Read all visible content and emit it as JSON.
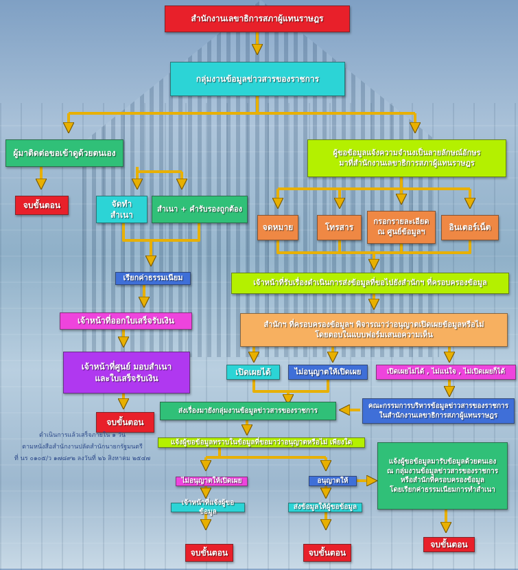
{
  "nodes": {
    "secretariat": "สำนักงานเลขาธิการสภาผู้แทนราษฎร",
    "info_group": "กลุ่มงานข้อมูลข่าวสารของราชการ",
    "walk_in": "ผู้มาติดต่อขอเข้าดูด้วยตนเอง",
    "written_request": "ผู้ขอข้อมูลแจ้งความจำนงเป็นลายลักษณ์อักษร\nมาที่สำนักงานเลขาธิการสภาผู้แทนราษฎร",
    "end_1": "จบขั้นตอน",
    "make_copy": "จัดทำสำเนา",
    "certified_copy": "สำเนา + คำรับรองถูกต้อง",
    "by_mail": "จดหมาย",
    "by_fax": "โทรสาร",
    "fill_form": "กรอกรายละเอียด\nณ ศูนย์ข้อมูลฯ",
    "by_internet": "อินเตอร์เน็ต",
    "collect_fee": "เรียกค่าธรรมเนียม",
    "staff_forward": "เจ้าหน้าที่รับเรื่องดำเนินการส่งข้อมูลที่ขอไปยังสำนักฯ ที่ครอบครองข้อมูล",
    "issue_receipt": "เจ้าหน้าที่ออกใบเสร็จรับเงิน",
    "bureau_consider": "สำนักฯ ที่ครอบครองข้อมูลฯ พิจารณาว่าอนุญาตเปิดเผยข้อมูลหรือไม่\nโดยตอบในแบบฟอร์มเสนอความเห็น",
    "center_deliver": "เจ้าหน้าที่ศูนย์ มอบสำเนา\nและใบเสร็จรับเงิน",
    "can_disclose": "เปิดเผยได้",
    "not_allowed_1": "ไม่อนุญาตให้เปิดเผย",
    "unsure": "เปิดเผยไม่ได้ , ไม่แน่ใจ , ไม่เปิดเผยก็ได้",
    "end_2": "จบขั้นตอน",
    "send_back": "ส่งเรื่องมายังกลุ่มงานข้อมูลข่าวสารของราชการ",
    "committee": "คณะกรรมการบริหารข้อมูลข่าวสารของราชการ\nในสำนักงานเลขาธิการสภาผู้แทนราษฎร",
    "notify_result": "แจ้งผู้ขอข้อมูลทราบในข้อมูลที่ขอมาว่าอนุญาตหรือไม่ เพียงใด",
    "notify_pickup": "แจ้งผู้ขอข้อมูลมารับข้อมูลด้วยตนเอง\nณ กลุ่มงานข้อมูลข่าวสารของราชการ\nหรือสำนักที่ครอบครองข้อมูล\nโดยเรียกค่าธรรมเนียมการทำสำเนา",
    "not_allowed_2": "ไม่อนุญาตให้เปิดเผย",
    "allowed": "อนุญาตให้",
    "staff_notify": "เจ้าหน้าที่แจ้งผู้ขอข้อมูล",
    "send_to_requester": "ส่งข้อมูลให้ผู้ขอข้อมูล",
    "end_3": "จบขั้นตอน",
    "end_4": "จบขั้นตอน",
    "end_5": "จบขั้นตอน"
  },
  "note": "ดำเนินการแล้วเสร็จภายใน ๑ วัน\nตามหนังสือสำนักงานปลัดสำนักนายกรัฐมนตรี\nที่ นร ๐๑๐๕/ว ๑๗๘๙๒ ลงวันที่ ๒๖ สิงหาคม ๒๕๔๗",
  "colors": {
    "red": "#e8202a",
    "cyan": "#2cd4d6",
    "green": "#30c078",
    "lime": "#b4f000",
    "yellow": "#f4e800",
    "orange": "#ef8844",
    "blue": "#3f6fd8",
    "orange_light": "#f7b060",
    "magenta": "#ee44dd",
    "purple": "#b038f0",
    "arrow": "#e8b000"
  }
}
